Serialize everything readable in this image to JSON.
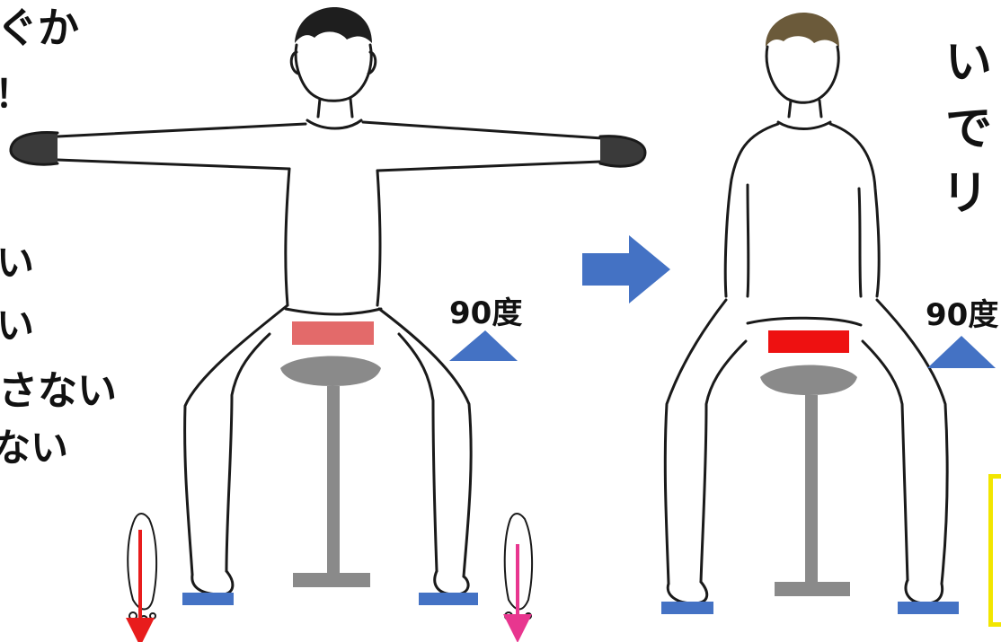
{
  "texts": {
    "top_left_1": "ぐか",
    "top_left_2": "！",
    "mid_left_1": "い",
    "mid_left_2": "い",
    "mid_left_3": "さない",
    "mid_left_4": "ない",
    "top_right_1": "い",
    "top_right_2": "で",
    "top_right_3": "リ"
  },
  "labels": {
    "angle_left": "90度",
    "angle_right": "90度"
  },
  "colors": {
    "pad_left": "#e36a6a",
    "pad_right": "#ee1111",
    "triangle": "#4472c4",
    "arrow": "#4472c4",
    "foot_block": "#4472c4",
    "stool": "#8a8a8a",
    "arrow_red": "#e81c1c",
    "arrow_pink": "#e8368f",
    "highlight": "#f2e600"
  }
}
